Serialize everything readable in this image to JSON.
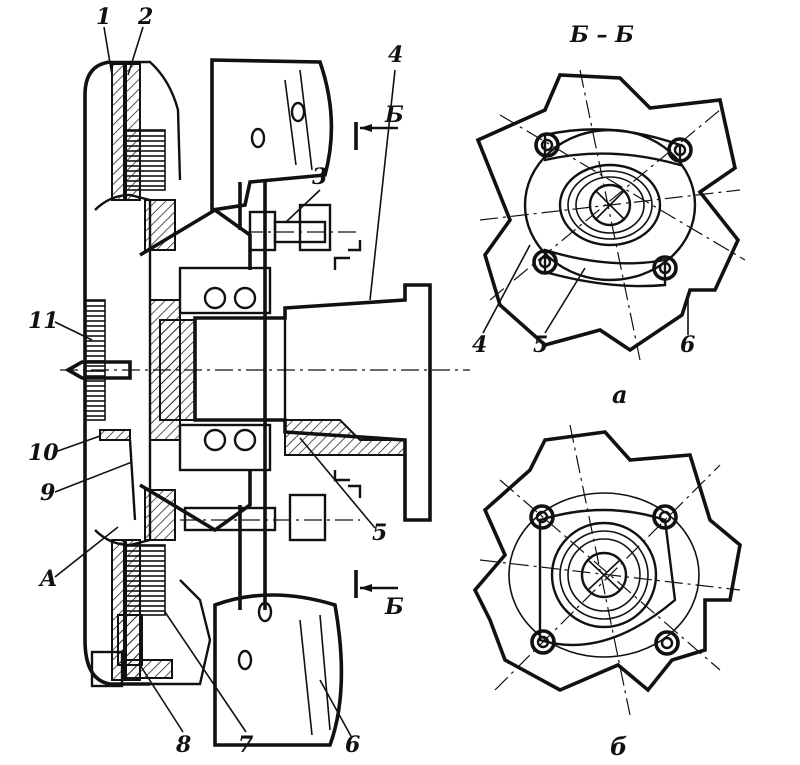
{
  "labels": {
    "n1": "1",
    "n2": "2",
    "n3": "3",
    "n4": "4",
    "n5": "5",
    "n6": "6",
    "n7": "7",
    "n8": "8",
    "n9": "9",
    "n10": "10",
    "n11": "11",
    "a_label": "A",
    "b_top": "Б",
    "b_bottom": "Б",
    "section": "Б – Б",
    "sa_4": "4",
    "sa_5": "5",
    "sa_6": "6",
    "caption_a": "а",
    "caption_b": "б"
  }
}
